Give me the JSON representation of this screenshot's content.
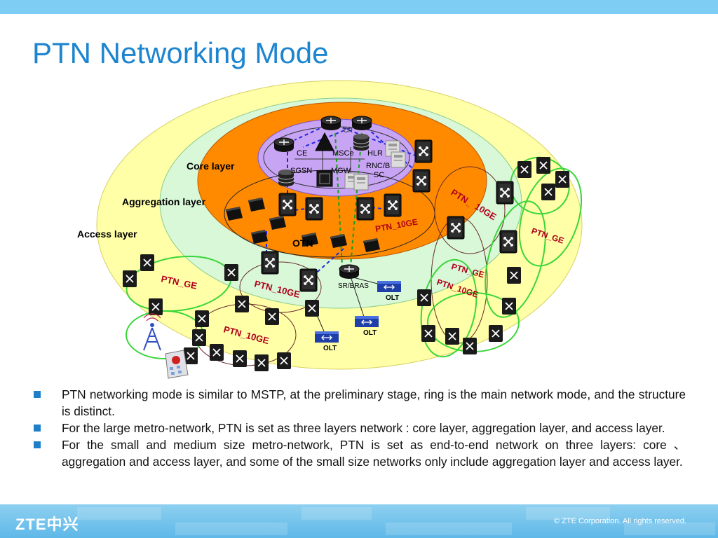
{
  "title": "PTN Networking Mode",
  "diagram": {
    "layers": {
      "core": "Core layer",
      "aggregation": "Aggregation layer",
      "access": "Access layer"
    },
    "core_nodes": {
      "cr": "CR",
      "ce": "CE",
      "msce": "MSCe",
      "hlr": "HLR",
      "sgsn": "SGSN",
      "mgw": "MGW",
      "rnc_bsc_1": "RNC/B",
      "rnc_bsc_2": "SC"
    },
    "otn": "OTN",
    "sr_bras": "SR/BRAS",
    "olt": "OLT",
    "links": {
      "ptn_10ge_agg": "PTN_10GE",
      "ptn_10ge_right_1": "PTN_",
      "ptn_10ge_right_2": "10GE",
      "ptn_ge": "PTN_GE",
      "ptn_10ge": "PTN_10GE"
    },
    "colors": {
      "outer_ring": "#ffffa8",
      "aggregation_ring": "#d8f8d8",
      "core_ring": "#ff8a00",
      "core_center": "#c8a4f4",
      "label_red": "#b0001a",
      "ring_green": "#3ad63a"
    }
  },
  "bullets": [
    "PTN networking mode is similar to MSTP, at the preliminary stage, ring is the main network mode, and the structure is distinct.",
    "For the large metro-network, PTN is set as three layers network : core layer, aggregation layer, and access layer.",
    "For the small and medium size metro-network, PTN is set as end-to-end network on three layers: core 、aggregation and access layer, and some of the small size networks only include aggregation layer and access layer."
  ],
  "footer": {
    "logo": "ZTE中兴",
    "copyright": "© ZTE Corporation. All rights reserved."
  }
}
